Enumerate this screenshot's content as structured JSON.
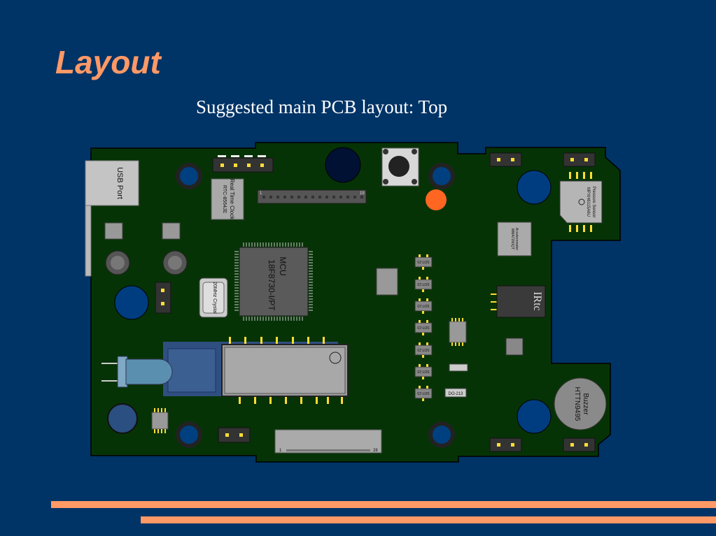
{
  "slide": {
    "title": "Layout",
    "subtitle": "Suggested main PCB layout: Top"
  },
  "colors": {
    "background": "#003366",
    "accent": "#ff9966",
    "pcb": "#063306",
    "pad": "#ffdd33"
  },
  "pcb": {
    "usb_label": "USB Port",
    "rtc_chip_label": "Real Time Clock",
    "rtc_chip_part": "RTC-8564JE",
    "mcu_label": "MCU",
    "mcu_part": "18F8730-I/PT",
    "crystal_label": "20MHz Crystal",
    "ir_label": "IRtc",
    "buzzer_label": "Buzzer",
    "buzzer_part": "HTTN9495",
    "pressure_label": "Pressure Sensor",
    "pressure_part": "MPXH6115A6U",
    "accel_label": "Accelerometer",
    "accel_part": "MMA7260QT",
    "header_first_pin": "1",
    "header_last_pin": "15",
    "connector_first_pin": "1",
    "connector_last_pin": "28",
    "sot_label": "SOT-23",
    "do_label": "DO-213"
  }
}
